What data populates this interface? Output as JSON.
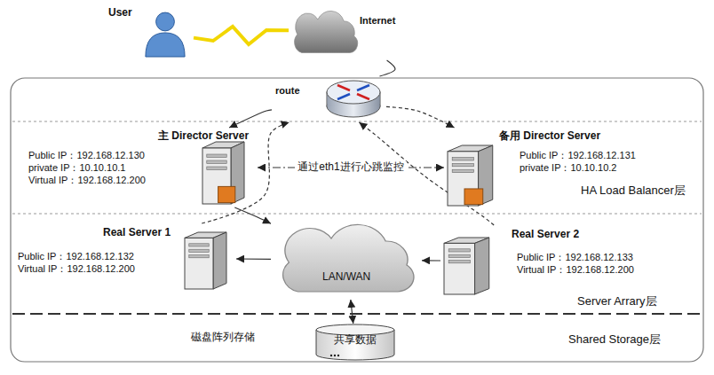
{
  "diagram": {
    "nodes": [
      {
        "text": [
          "User"
        ]
      },
      {
        "text": [
          "Internet"
        ]
      },
      {
        "text": [
          "route"
        ]
      },
      {
        "text": [
          "主 Director Server",
          "Public IP：192.168.12.130",
          "private IP：10.10.10.1",
          "Virtual IP：192.168.12.200"
        ]
      },
      {
        "text": [
          "备用 Director Server",
          "Public IP：192.168.12.131",
          "private IP：10.10.10.2"
        ]
      },
      {
        "text": [
          "Real Server 1",
          "Public IP：192.168.12.132",
          "Virtual IP：192.168.12.200"
        ]
      },
      {
        "text": [
          "Real Server 2",
          "Public IP：192.168.12.133",
          "Virtual IP：192.168.12.200"
        ]
      },
      {
        "text": [
          "LAN/WAN"
        ]
      },
      {
        "text": [
          "共享数据"
        ]
      }
    ],
    "edges": [
      {
        "from": 0,
        "to": 1,
        "arrow": "none"
      },
      {
        "from": 1,
        "to": 2,
        "arrow": "none"
      },
      {
        "from": 2,
        "to": 3,
        "arrow": "to"
      },
      {
        "from": 2,
        "to": 4,
        "arrow": "to"
      },
      {
        "from": 3,
        "to": 7,
        "arrow": "to"
      },
      {
        "from": 7,
        "to": 5,
        "arrow": "to"
      },
      {
        "from": 6,
        "to": 7,
        "arrow": "to"
      },
      {
        "from": 5,
        "to": 2,
        "arrow": "to"
      },
      {
        "from": 6,
        "to": 2,
        "arrow": "to"
      },
      {
        "from": 7,
        "to": 8,
        "arrow": "both"
      },
      {
        "from": 3,
        "to": 4,
        "label": "通过eth1进行心跳监控",
        "arrow": "both"
      }
    ],
    "labels": [
      "磁盘阵列存储",
      "HA Load Balancer层",
      "Server Arrary层",
      "Shared Storage层"
    ]
  }
}
